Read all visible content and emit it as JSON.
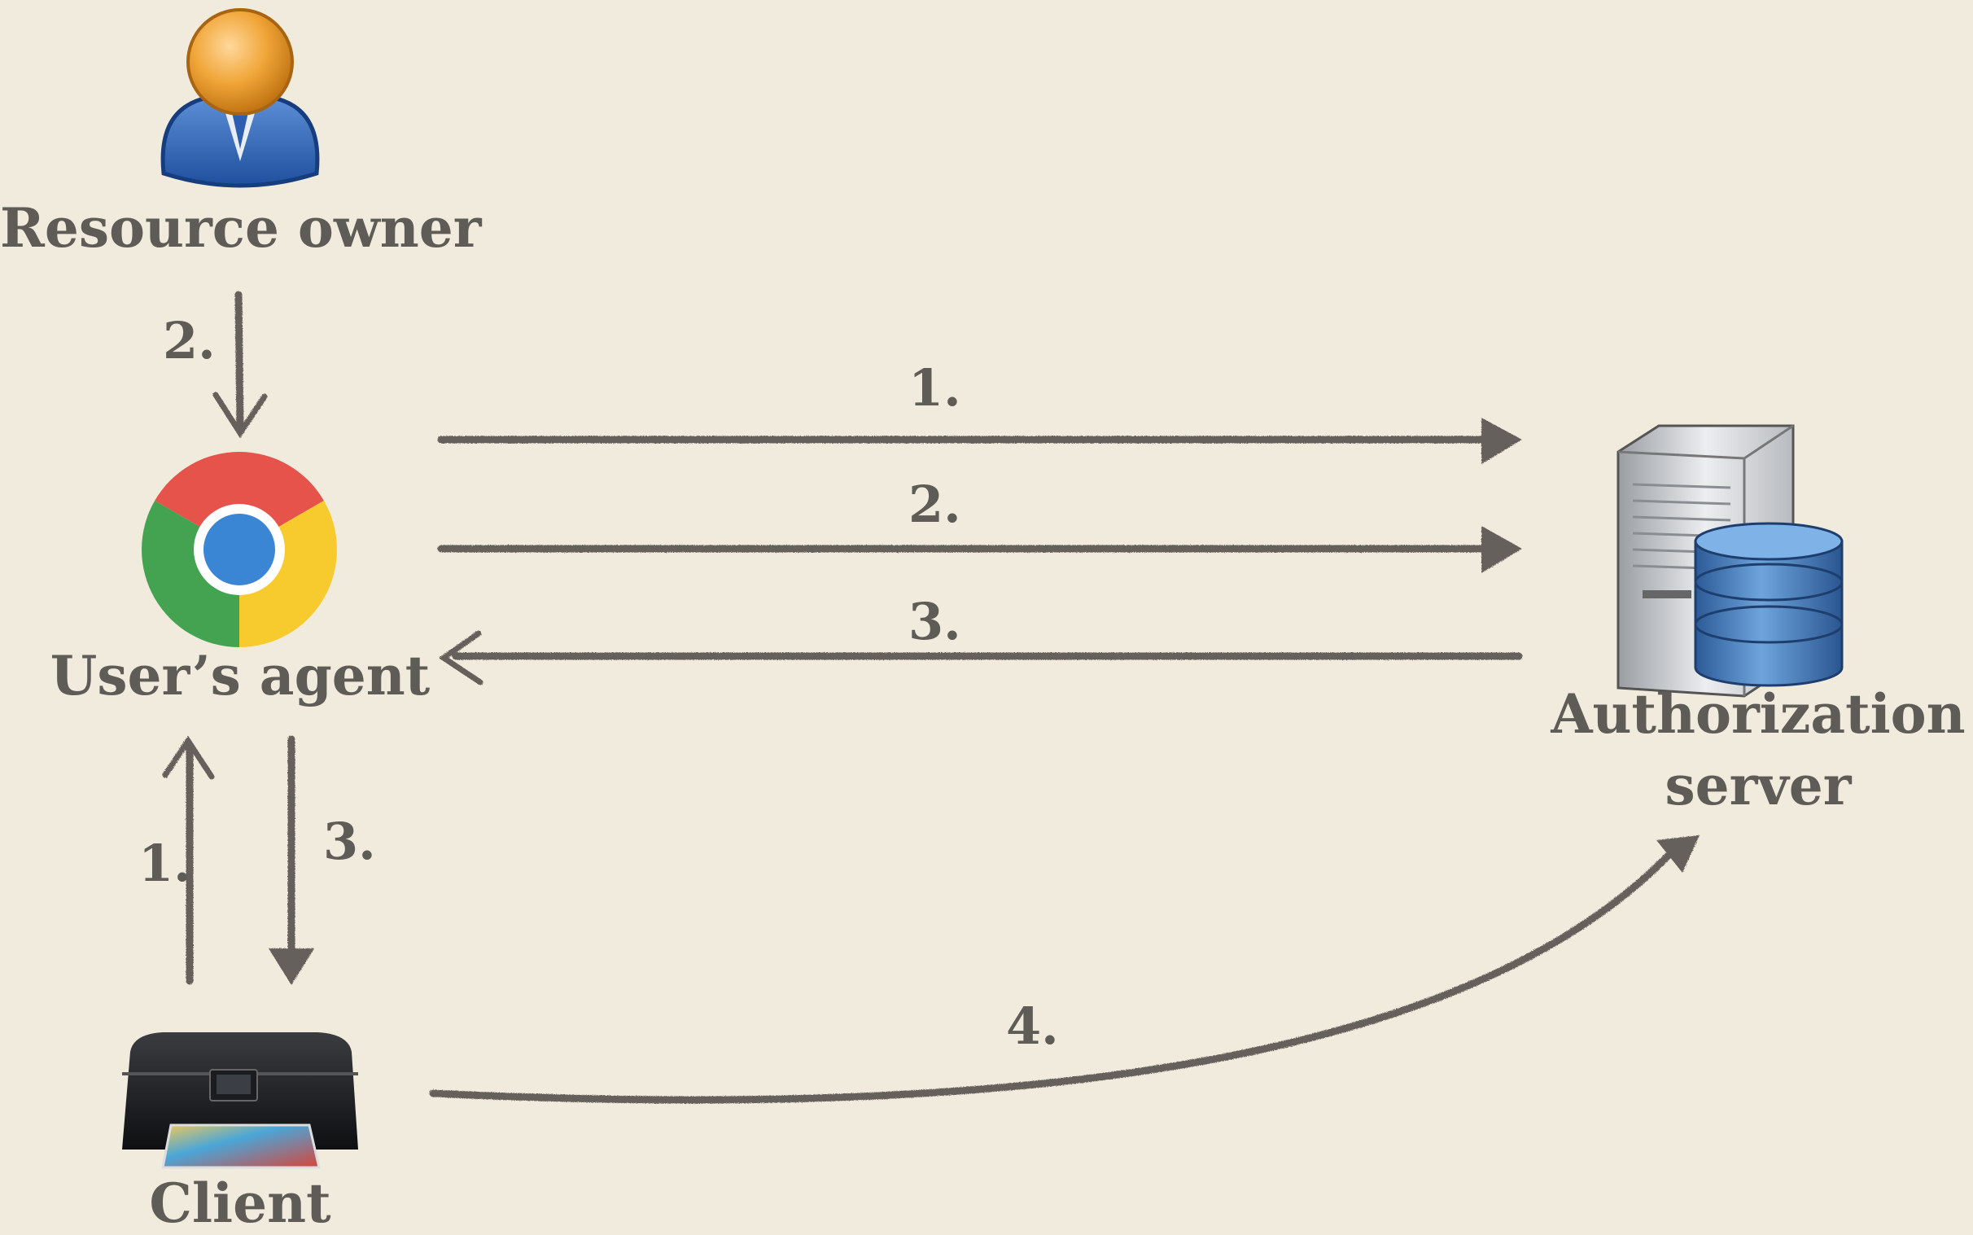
{
  "nodes": {
    "resource_owner": {
      "label": "Resource owner",
      "icon": "person-icon"
    },
    "user_agent": {
      "label": "User’s agent",
      "icon": "chrome-browser-icon"
    },
    "client": {
      "label": "Client",
      "icon": "printer-icon"
    },
    "authorization_server": {
      "label_line1": "Authorization",
      "label_line2": "server",
      "icon": "server-database-icon"
    }
  },
  "edges": [
    {
      "from": "resource_owner",
      "to": "user_agent",
      "label": "2."
    },
    {
      "from": "user_agent",
      "to": "authorization_server",
      "label": "1."
    },
    {
      "from": "user_agent",
      "to": "authorization_server",
      "label": "2."
    },
    {
      "from": "authorization_server",
      "to": "user_agent",
      "label": "3."
    },
    {
      "from": "client",
      "to": "user_agent",
      "label": "1."
    },
    {
      "from": "user_agent",
      "to": "client",
      "label": "3."
    },
    {
      "from": "client",
      "to": "authorization_server",
      "label": "4."
    }
  ],
  "colors": {
    "background": "#f1ebdd",
    "ink": "#5f5b56",
    "arrow": "#66615c"
  }
}
